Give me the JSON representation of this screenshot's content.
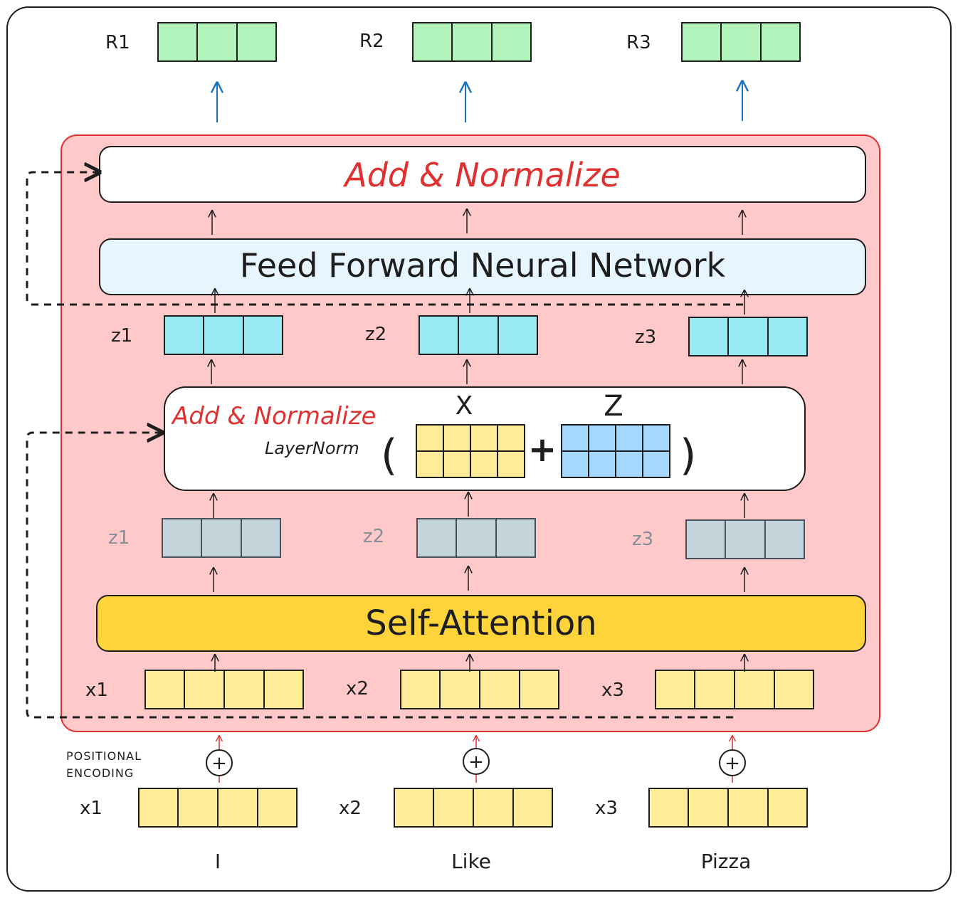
{
  "outputs": [
    {
      "label": "R1",
      "cells": 3
    },
    {
      "label": "R2",
      "cells": 3
    },
    {
      "label": "R3",
      "cells": 3
    }
  ],
  "encoder": {
    "top_norm": "Add & Normalize",
    "ffnn": "Feed Forward Neural Network",
    "z_after_norm": [
      "z1",
      "z2",
      "z3"
    ],
    "mid_norm": {
      "title": "Add & Normalize",
      "func": "LayerNorm",
      "open_paren": "(",
      "close_paren": ")",
      "plus": "+",
      "x_label": "X",
      "z_label": "Z"
    },
    "z_attention": [
      "z1",
      "z2",
      "z3"
    ],
    "self_attention": "Self-Attention",
    "inputs": [
      "x1",
      "x2",
      "x3"
    ]
  },
  "positional": {
    "label_line1": "POSITIONAL",
    "label_line2": "ENCODING",
    "plus_symbol": "+"
  },
  "embeddings": [
    "x1",
    "x2",
    "x3"
  ],
  "words": [
    "I",
    "Like",
    "Pizza"
  ],
  "colors": {
    "output_green": "#b2f2bb",
    "encoder_bg": "#ffc9c9",
    "encoder_border": "#e03131",
    "ffnn_blue": "#e7f5ff",
    "z_cyan": "#99e9f2",
    "z_gray": "#c3d5db",
    "x_yellow": "#ffec99",
    "z_blue": "#a5d8ff",
    "attention_yellow": "#ffd43b",
    "arrow_blue": "#1971c2",
    "norm_red": "#e03131"
  }
}
